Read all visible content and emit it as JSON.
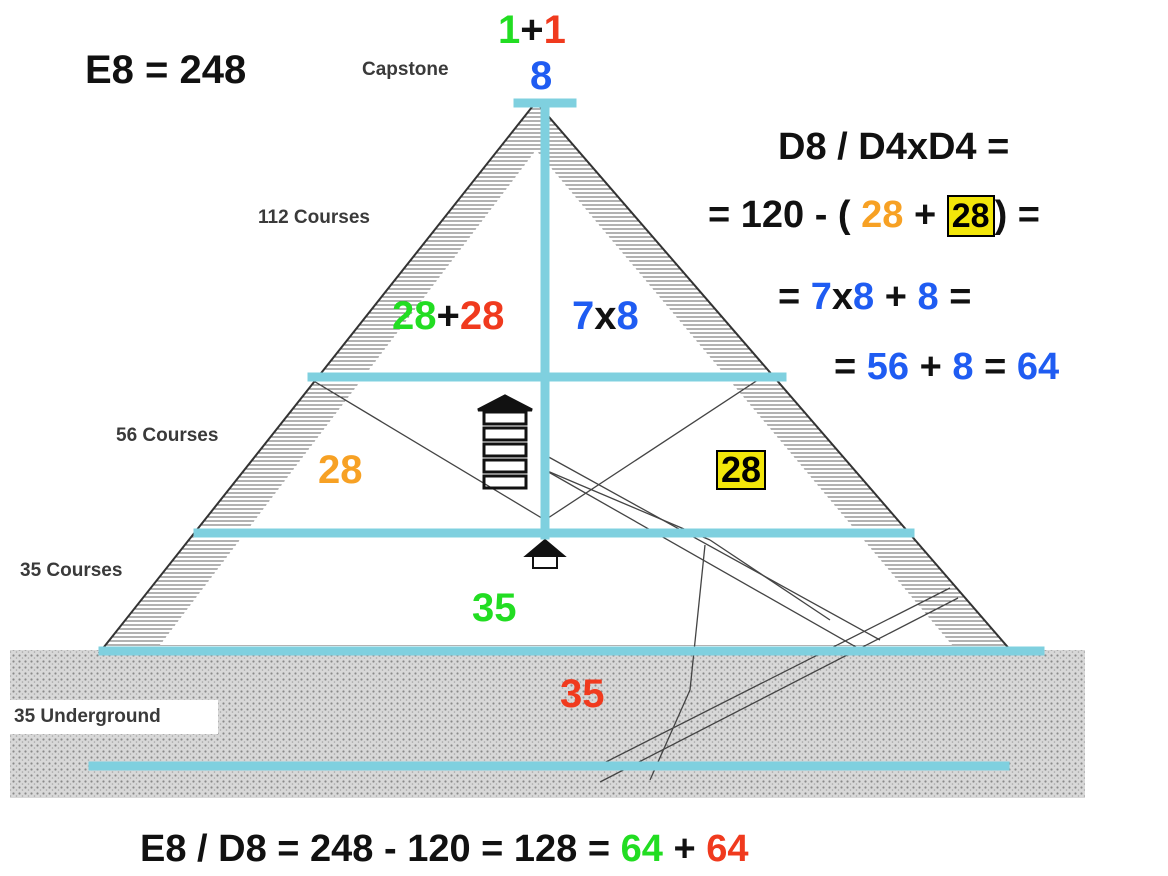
{
  "colors": {
    "green": "#22dd22",
    "red": "#f03a1e",
    "blue": "#1f5cf2",
    "orange": "#f7a124",
    "black": "#111111",
    "yellow_highlight": "#f2e60a",
    "guide_lines": "#7fd0df",
    "ground": "#d2d2d2"
  },
  "header": {
    "e8_label": "E8 = 248",
    "capstone_label": "Capstone",
    "capstone_sum": {
      "left": "1",
      "plus": "+",
      "right": "1"
    },
    "capstone_value": "8"
  },
  "pyramid_labels": {
    "courses_112": "112 Courses",
    "courses_56": "56 Courses",
    "courses_35": "35 Courses",
    "underground_35": "35 Underground"
  },
  "regions": {
    "upper_left": {
      "a": "28",
      "plus": "+",
      "b": "28"
    },
    "upper_right": {
      "a": "7",
      "x": "x",
      "b": "8"
    },
    "middle_left": "28",
    "middle_right": "28",
    "lower": "35",
    "underground": "35"
  },
  "right_equations": {
    "line1": "D8 / D4xD4 =",
    "line2": {
      "prefix": "= 120 - (",
      "a": "28",
      "plus": "+",
      "b": "28",
      "suffix": ") ="
    },
    "line3": {
      "prefix": "=",
      "a": "7",
      "x": "x",
      "b": "8",
      "plus": "+",
      "c": "8",
      "suffix": "="
    },
    "line4": {
      "prefix": "=",
      "a": "56",
      "plus": "+",
      "b": "8",
      "eq": "=",
      "c": "64"
    }
  },
  "bottom_equation": {
    "prefix": "E8 / D8 = 248 - 120 = 128 =",
    "a": "64",
    "plus": "+",
    "b": "64"
  }
}
